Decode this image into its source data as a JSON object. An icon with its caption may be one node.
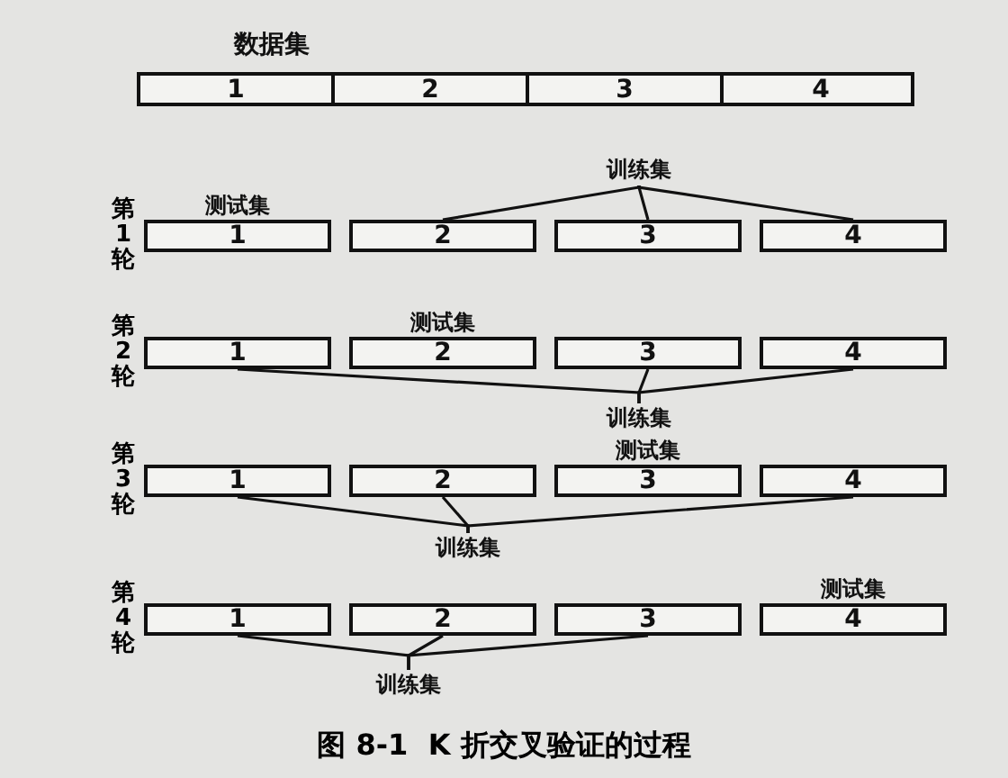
{
  "diagram": {
    "caption": "图 8-1  K 折交叉验证的过程",
    "nodes": [
      {
        "text": [
          "数据集"
        ]
      },
      {
        "text": [
          "1"
        ],
        "in": 0
      },
      {
        "text": [
          "2"
        ],
        "in": 0
      },
      {
        "text": [
          "3"
        ],
        "in": 0
      },
      {
        "text": [
          "4"
        ],
        "in": 0
      },
      {
        "text": [
          "1"
        ],
        "beside": [
          "测试集"
        ]
      },
      {
        "text": [
          "2"
        ]
      },
      {
        "text": [
          "3"
        ]
      },
      {
        "text": [
          "4"
        ]
      },
      {
        "text": [
          "训练集"
        ]
      },
      {
        "text": [
          "1"
        ]
      },
      {
        "text": [
          "2"
        ],
        "beside": [
          "测试集"
        ]
      },
      {
        "text": [
          "3"
        ]
      },
      {
        "text": [
          "4"
        ]
      },
      {
        "text": [
          "训练集"
        ]
      },
      {
        "text": [
          "1"
        ]
      },
      {
        "text": [
          "2"
        ]
      },
      {
        "text": [
          "3"
        ],
        "beside": [
          "测试集"
        ]
      },
      {
        "text": [
          "4"
        ]
      },
      {
        "text": [
          "训练集"
        ]
      },
      {
        "text": [
          "1"
        ]
      },
      {
        "text": [
          "2"
        ]
      },
      {
        "text": [
          "3"
        ]
      },
      {
        "text": [
          "4"
        ],
        "beside": [
          "测试集"
        ]
      },
      {
        "text": [
          "训练集"
        ]
      }
    ],
    "edges": [
      {
        "from": 6,
        "to": 9,
        "arrow": "none"
      },
      {
        "from": 7,
        "to": 9,
        "arrow": "none"
      },
      {
        "from": 8,
        "to": 9,
        "arrow": "none"
      },
      {
        "from": 10,
        "to": 14,
        "arrow": "none"
      },
      {
        "from": 12,
        "to": 14,
        "arrow": "none"
      },
      {
        "from": 13,
        "to": 14,
        "arrow": "none"
      },
      {
        "from": 15,
        "to": 19,
        "arrow": "none"
      },
      {
        "from": 16,
        "to": 19,
        "arrow": "none"
      },
      {
        "from": 18,
        "to": 19,
        "arrow": "none"
      },
      {
        "from": 20,
        "to": 24,
        "arrow": "none"
      },
      {
        "from": 21,
        "to": 24,
        "arrow": "none"
      },
      {
        "from": 22,
        "to": 24,
        "arrow": "none"
      }
    ],
    "labels": [
      "第1轮",
      "第2轮",
      "第3轮",
      "第4轮"
    ]
  }
}
